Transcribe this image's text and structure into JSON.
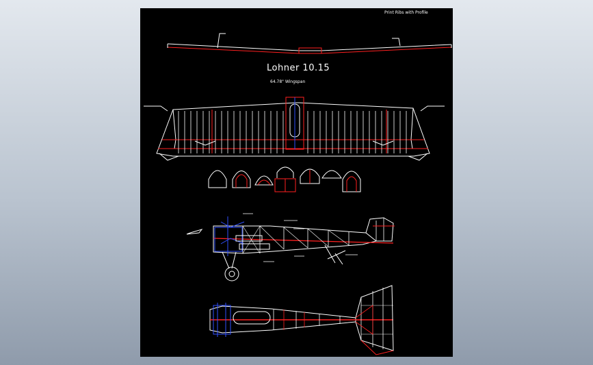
{
  "drawing": {
    "header_note": "Print Ribs with Profile",
    "title": "Lohner 10.15",
    "subtitle": "64.78\" Wingspan"
  },
  "colors": {
    "background_gradient_top": "#e3e8ee",
    "background_gradient_bottom": "#8f9bab",
    "sheet": "#000000",
    "outline": "#ffffff",
    "spar": "#ff2020",
    "component": "#3050ff"
  }
}
